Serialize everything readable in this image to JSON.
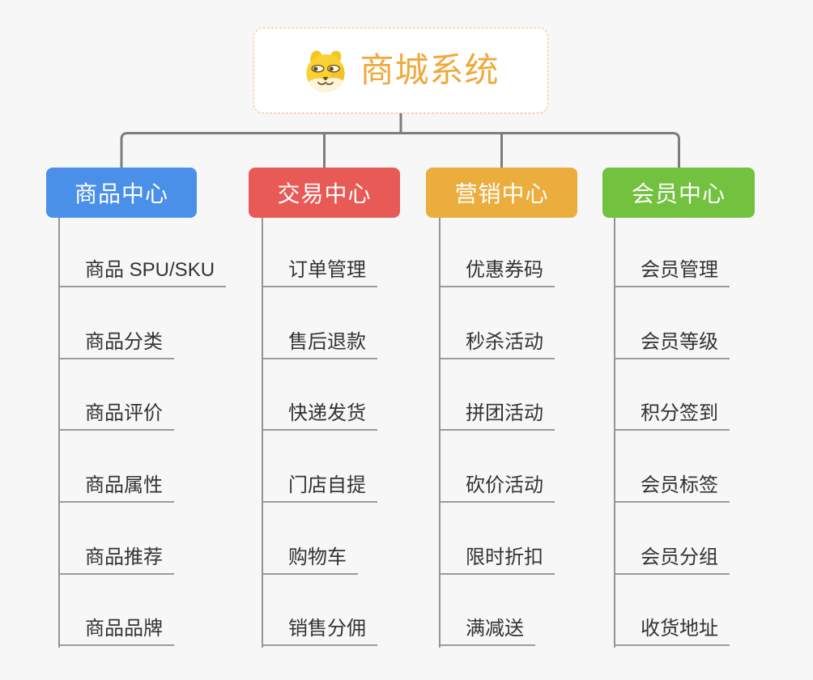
{
  "root": {
    "title": "商城系统",
    "icon": "doge-icon",
    "title_color": "#EFA93C",
    "border_color": "#F1C57C"
  },
  "columns": [
    {
      "label": "商品中心",
      "color": "#4A90E8",
      "items": [
        "商品 SPU/SKU",
        "商品分类",
        "商品评价",
        "商品属性",
        "商品推荐",
        "商品品牌"
      ]
    },
    {
      "label": "交易中心",
      "color": "#E75A56",
      "items": [
        "订单管理",
        "售后退款",
        "快递发货",
        "门店自提",
        "购物车",
        "销售分佣"
      ]
    },
    {
      "label": "营销中心",
      "color": "#EBAD3D",
      "items": [
        "优惠券码",
        "秒杀活动",
        "拼团活动",
        "砍价活动",
        "限时折扣",
        "满减送"
      ]
    },
    {
      "label": "会员中心",
      "color": "#72C13F",
      "items": [
        "会员管理",
        "会员等级",
        "积分签到",
        "会员标签",
        "会员分组",
        "收货地址"
      ]
    }
  ],
  "colors": {
    "background": "#F7F7F7",
    "connector_line": "#7D7D7D",
    "branch_line": "#9B9B9B",
    "item_text": "#333333"
  }
}
